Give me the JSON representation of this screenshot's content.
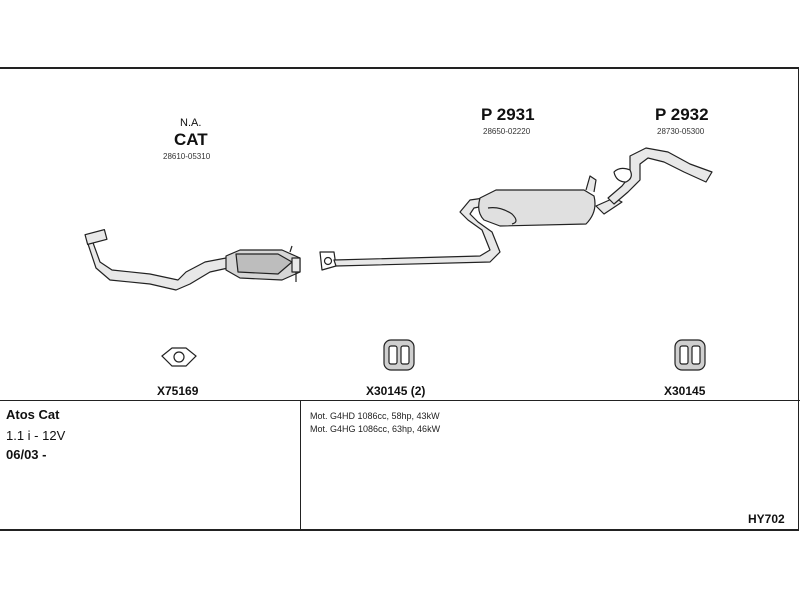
{
  "parts": {
    "cat": {
      "note": "N.A.",
      "title": "CAT",
      "number": "28610-05310"
    },
    "p2931": {
      "title": "P 2931",
      "number": "28650-02220"
    },
    "p2932": {
      "title": "P 2932",
      "number": "28730-05300"
    }
  },
  "accessories": {
    "gasket": {
      "label": "X75169",
      "icon": "gasket-ring-icon"
    },
    "hanger_center": {
      "label": "X30145 (2)",
      "icon": "rubber-hanger-icon"
    },
    "hanger_right": {
      "label": "X30145",
      "icon": "rubber-hanger-icon"
    }
  },
  "vehicle": {
    "model": "Atos Cat",
    "engine": "1.1 i - 12V",
    "date": "06/03 -"
  },
  "motors": [
    "Mot. G4HD 1086cc, 58hp, 43kW",
    "Mot. G4HG 1086cc, 63hp, 46kW"
  ],
  "kit_code": "HY702",
  "colors": {
    "line": "#222222",
    "pipe_fill": "#e8e8e8",
    "shade": "#bdbdbd"
  }
}
